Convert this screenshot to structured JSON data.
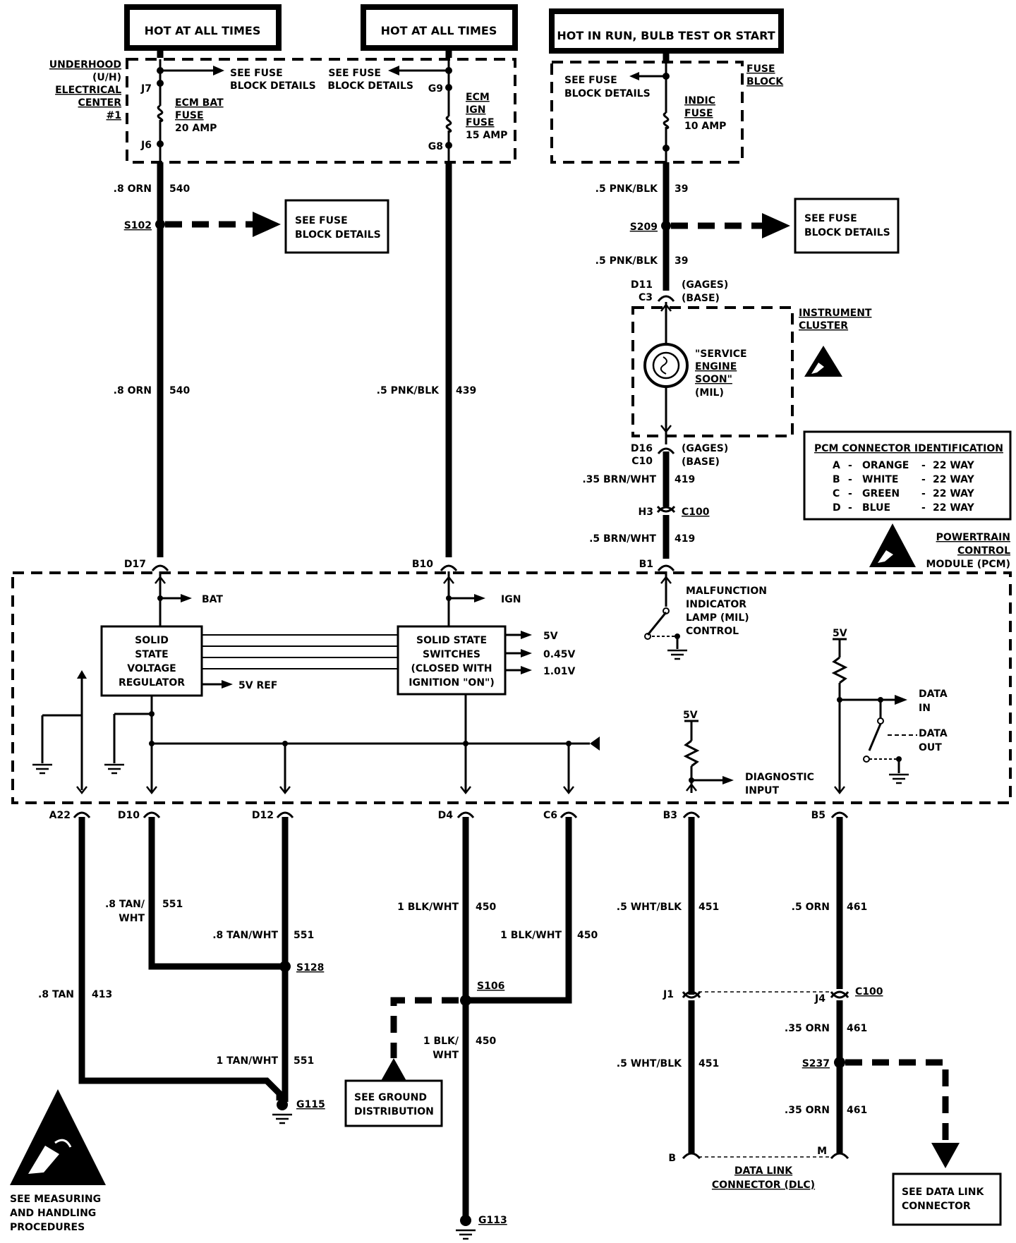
{
  "hot": {
    "h1": "HOT AT ALL TIMES",
    "h2": "HOT AT ALL TIMES",
    "h3": "HOT IN RUN, BULB TEST OR START"
  },
  "uh": {
    "l1": "UNDERHOOD",
    "l2": "(U/H)",
    "l3": "ELECTRICAL",
    "l4": "CENTER",
    "l5": "#1",
    "j7": "J7",
    "j6": "J6",
    "g9": "G9",
    "g8": "G8",
    "see_a1": "SEE FUSE",
    "see_a2": "BLOCK DETAILS",
    "see_b1": "SEE FUSE",
    "see_b2": "BLOCK DETAILS",
    "fuse_bat_1": "ECM BAT",
    "fuse_bat_2": "FUSE",
    "fuse_bat_3": "20 AMP",
    "fuse_ign_1": "ECM",
    "fuse_ign_2": "IGN",
    "fuse_ign_3": "FUSE",
    "fuse_ign_4": "15 AMP"
  },
  "fb": {
    "l1": "FUSE",
    "l2": "BLOCK",
    "see1": "SEE FUSE",
    "see2": "BLOCK DETAILS",
    "indic1": "INDIC",
    "indic2": "FUSE",
    "indic3": "10 AMP"
  },
  "wires": {
    "w540a_c": ".8 ORN",
    "w540a_n": "540",
    "w540b_c": ".8 ORN",
    "w540b_n": "540",
    "w439_c": ".5 PNK/BLK",
    "w439_n": "439",
    "w39a_c": ".5 PNK/BLK",
    "w39a_n": "39",
    "w39b_c": ".5 PNK/BLK",
    "w39b_n": "39",
    "w419a_c": ".35 BRN/WHT",
    "w419a_n": "419",
    "w419b_c": ".5 BRN/WHT",
    "w419b_n": "419",
    "w551a_c1": ".8 TAN/",
    "w551a_c2": "WHT",
    "w551a_n": "551",
    "w551b_c": ".8 TAN/WHT",
    "w551b_n": "551",
    "w551c_c": "1 TAN/WHT",
    "w551c_n": "551",
    "w413_c": ".8 TAN",
    "w413_n": "413",
    "w450a_c": "1 BLK/WHT",
    "w450a_n": "450",
    "w450b_c": "1 BLK/WHT",
    "w450b_n": "450",
    "w450c_c1": "1 BLK/",
    "w450c_c2": "WHT",
    "w450c_n": "450",
    "w451a_c": ".5 WHT/BLK",
    "w451a_n": "451",
    "w451b_c": ".5 WHT/BLK",
    "w451b_n": "451",
    "w461a_c": ".5 ORN",
    "w461a_n": "461",
    "w461b_c": ".35 ORN",
    "w461b_n": "461",
    "w461c_c": ".35 ORN",
    "w461c_n": "461"
  },
  "splices": {
    "s102": "S102",
    "s209": "S209",
    "s128": "S128",
    "s106": "S106",
    "s237": "S237"
  },
  "refs": {
    "s102_see1": "SEE FUSE",
    "s102_see2": "BLOCK DETAILS",
    "s209_see1": "SEE FUSE",
    "s209_see2": "BLOCK DETAILS",
    "gnd1": "SEE GROUND",
    "gnd2": "DISTRIBUTION",
    "dlc1": "SEE DATA LINK",
    "dlc2": "CONNECTOR",
    "meas1": "SEE MEASURING",
    "meas2": "AND HANDLING",
    "meas3": "PROCEDURES"
  },
  "ic": {
    "l1": "INSTRUMENT",
    "l2": "CLUSTER",
    "d11": "D11",
    "c3": "C3",
    "gages1": "(GAGES)",
    "base1": "(BASE)",
    "d16": "D16",
    "c10": "C10",
    "gages2": "(GAGES)",
    "base2": "(BASE)",
    "ses1": "\"SERVICE",
    "ses2": "ENGINE",
    "ses3": "SOON\"",
    "ses4": "(MIL)"
  },
  "c100": {
    "h3": "H3",
    "label": "C100"
  },
  "pcm_id": {
    "title": "PCM CONNECTOR IDENTIFICATION",
    "rows": [
      {
        "letter": "A",
        "dash1": "-",
        "color": "ORANGE",
        "dash2": "-",
        "ways": "22 WAY"
      },
      {
        "letter": "B",
        "dash1": "-",
        "color": "WHITE",
        "dash2": "-",
        "ways": "22 WAY"
      },
      {
        "letter": "C",
        "dash1": "-",
        "color": "GREEN",
        "dash2": "-",
        "ways": "22 WAY"
      },
      {
        "letter": "D",
        "dash1": "-",
        "color": "BLUE",
        "dash2": "-",
        "ways": "22 WAY"
      }
    ]
  },
  "pcm": {
    "l1": "POWERTRAIN",
    "l2": "CONTROL",
    "l3": "MODULE (PCM)",
    "d17": "D17",
    "b10": "B10",
    "b1": "B1",
    "bat": "BAT",
    "ign": "IGN",
    "reg1": "SOLID",
    "reg2": "STATE",
    "reg3": "VOLTAGE",
    "reg4": "REGULATOR",
    "sw1": "SOLID STATE",
    "sw2": "SWITCHES",
    "sw3": "(CLOSED WITH",
    "sw4": "IGNITION \"ON\")",
    "v5": "5V",
    "v045": "0.45V",
    "v101": "1.01V",
    "v5ref": "5V REF",
    "mil1": "MALFUNCTION",
    "mil2": "INDICATOR",
    "mil3": "LAMP (MIL)",
    "mil4": "CONTROL",
    "p5v_a": "5V",
    "p5v_b": "5V",
    "diag1": "DIAGNOSTIC",
    "diag2": "INPUT",
    "din1": "DATA",
    "din2": "IN",
    "dout1": "DATA",
    "dout2": "OUT"
  },
  "pins": {
    "a22": "A22",
    "d10": "D10",
    "d12": "D12",
    "d4": "D4",
    "c6": "C6",
    "b3": "B3",
    "b5": "B5"
  },
  "bottom": {
    "j1": "J1",
    "j4": "J4",
    "c100": "C100",
    "g115": "G115",
    "g113": "G113",
    "b": "B",
    "m": "M",
    "dlc1": "DATA LINK",
    "dlc2": "CONNECTOR (DLC)"
  }
}
